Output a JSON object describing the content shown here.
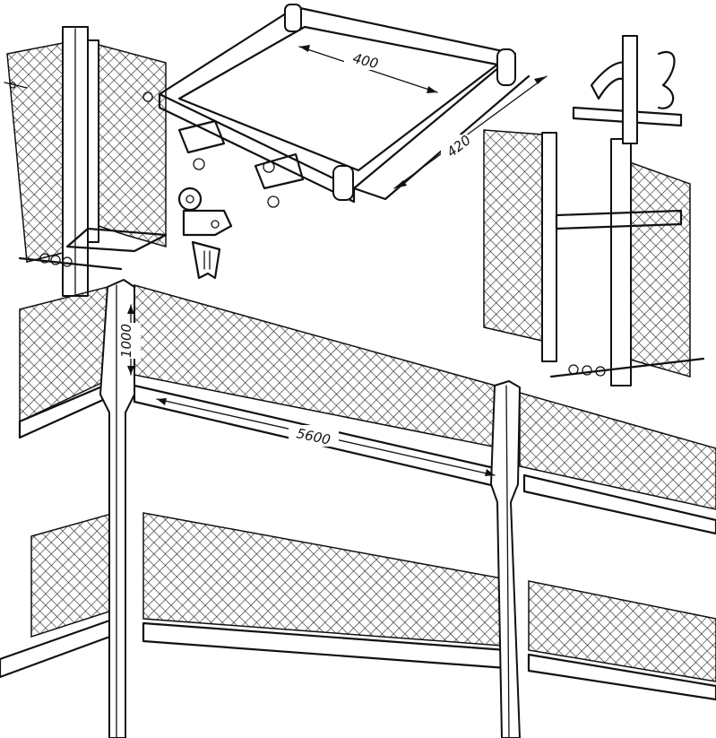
{
  "figure": {
    "dimensions": {
      "frame_width": "400",
      "frame_depth": "420",
      "post_spacing": "5600",
      "panel_height": "1000"
    }
  }
}
